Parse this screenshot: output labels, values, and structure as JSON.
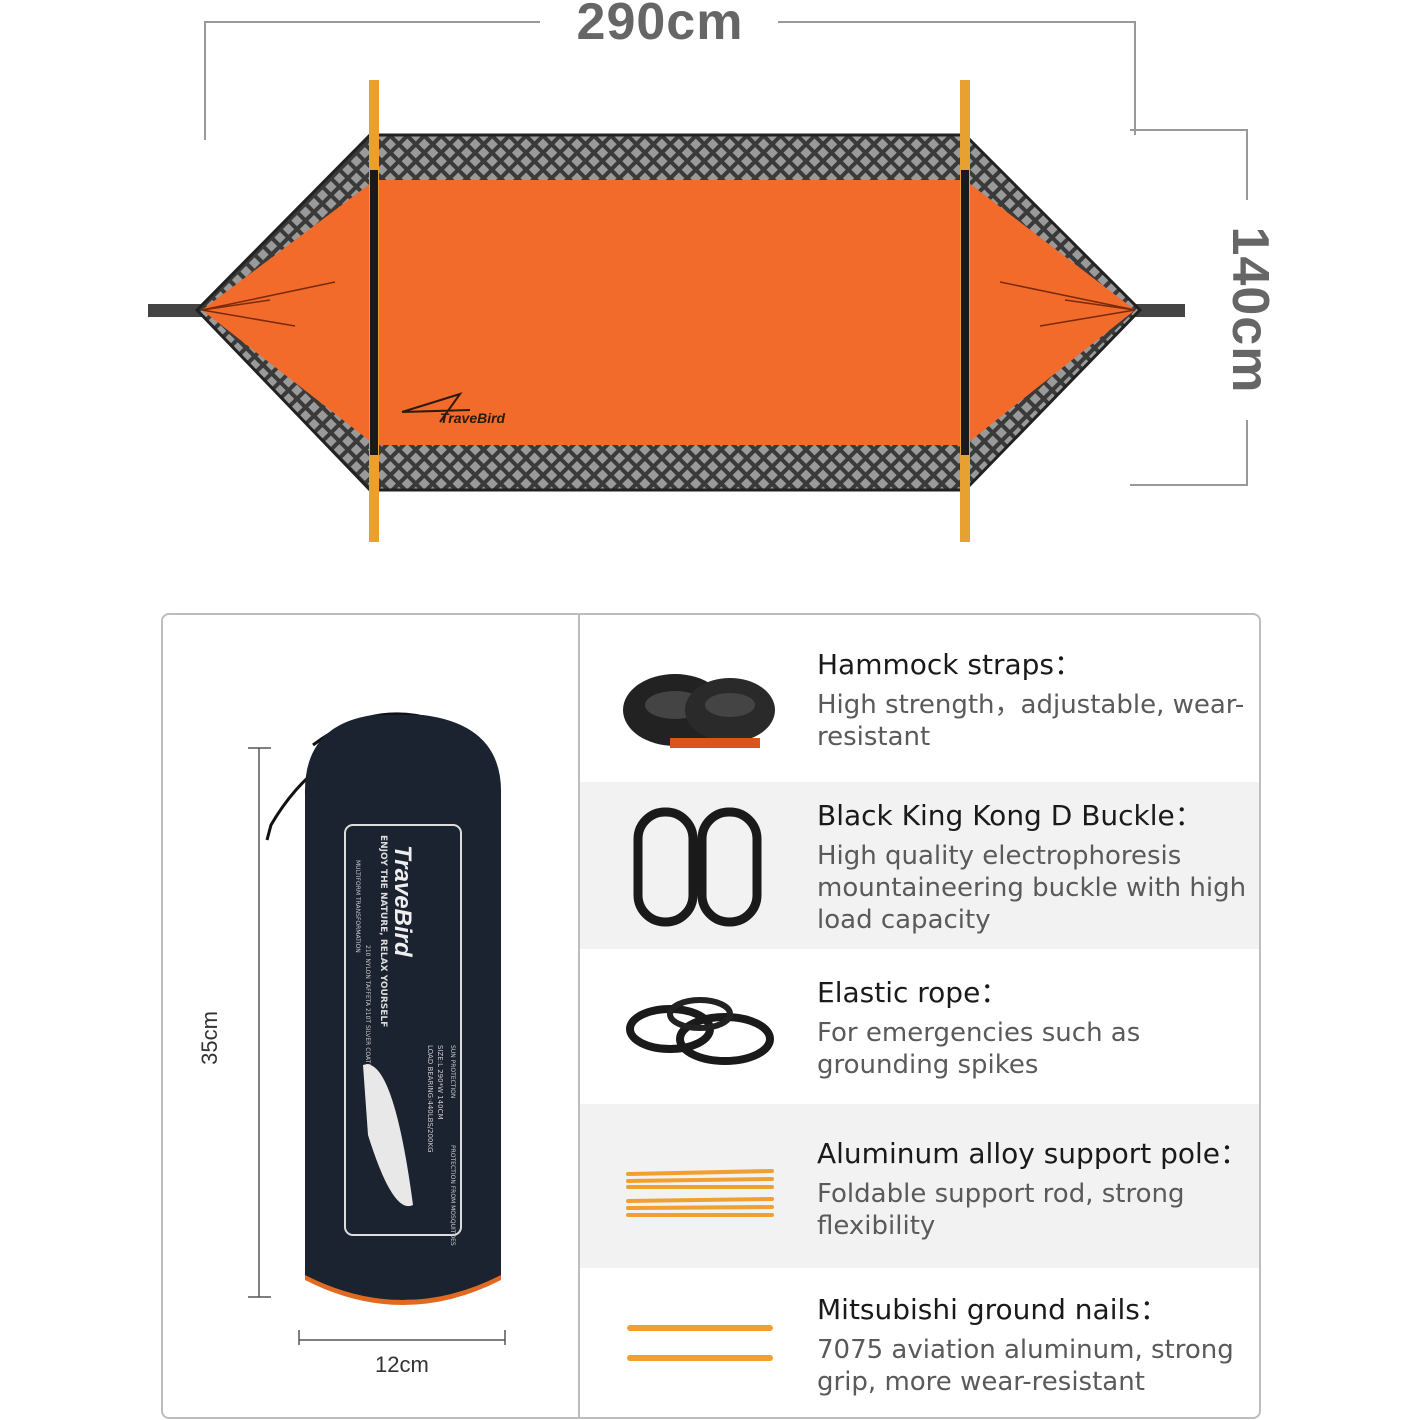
{
  "dimensions": {
    "length": "290cm",
    "width": "140cm",
    "bag_height": "35cm",
    "bag_diameter": "12cm"
  },
  "brand": {
    "logo_text": "TraveBird"
  },
  "bag": {
    "slogan": "ENJOY THE NATURE, RELAX YOURSELF",
    "features": [
      "MULTIFORM TRANSFORMATION",
      "210 NYLON TAFFETA 210T SILVER COATED",
      "SUN PROTECTION",
      "PROTECTION FROM MOSQUITOES"
    ],
    "size": "SIZE:L 290*W 140CM",
    "load": "LOAD BEARING:440LBS/200KG"
  },
  "colors": {
    "orange": "#f26b2a",
    "mesh": "#8a8a8a",
    "pole": "#e8a030",
    "bag": "#1b2230"
  },
  "accessories": [
    {
      "title": "Hammock straps：",
      "desc": "High strength，adjustable, wear-resistant",
      "icon": "strap-icon"
    },
    {
      "title": "Black King Kong D Buckle：",
      "desc": "High quality electrophoresis mountaineering buckle with high load capacity",
      "icon": "carabiner-icon"
    },
    {
      "title": "Elastic rope：",
      "desc": "For emergencies such as grounding spikes",
      "icon": "rope-icon"
    },
    {
      "title": "Aluminum alloy support pole：",
      "desc": "Foldable support rod, strong flexibility",
      "icon": "pole-icon"
    },
    {
      "title": "Mitsubishi ground nails：",
      "desc": "7075 aviation aluminum, strong grip, more wear-resistant",
      "icon": "stake-icon"
    }
  ]
}
